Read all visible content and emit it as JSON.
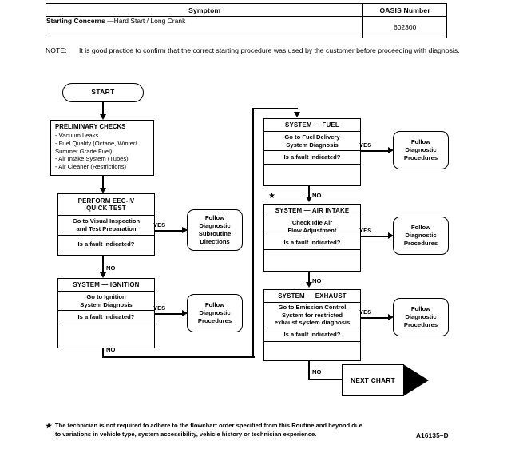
{
  "table": {
    "headers": [
      "Symptom",
      "OASIS Number"
    ],
    "rows": [
      {
        "concern_title": "Starting Concerns",
        "concern_item": "—Hard Start / Long Crank",
        "oasis": "602300"
      }
    ]
  },
  "note": {
    "label": "NOTE:",
    "text": "It is good practice to confirm that the correct starting procedure was used by the customer before proceeding with diagnosis."
  },
  "flow": {
    "start": {
      "label": "START"
    },
    "preliminary": {
      "title": "PRELIMINARY CHECKS",
      "items": [
        "- Vacuum Leaks",
        "- Fuel Quality (Octane, Winter/",
        "  Summer Grade Fuel)",
        "- Air Intake System (Tubes)",
        "- Air Cleaner (Restrictions)"
      ]
    },
    "quick_test": {
      "header_line1": "PERFORM EEC-IV",
      "header_line2": "QUICK TEST",
      "action_line1": "Go to Visual Inspection",
      "action_line2": "and Test Preparation",
      "question": "Is a fault indicated?"
    },
    "ignition": {
      "header": "SYSTEM — IGNITION",
      "action_line1": "Go to Ignition",
      "action_line2": "System Diagnosis",
      "question": "Is a fault indicated?"
    },
    "fuel": {
      "header": "SYSTEM — FUEL",
      "action_line1": "Go to Fuel Delivery",
      "action_line2": "System Diagnosis",
      "question": "Is a fault indicated?"
    },
    "air_intake": {
      "header": "SYSTEM — AIR INTAKE",
      "action_line1": "Check Idle Air",
      "action_line2": "Flow Adjustment",
      "question": "Is a fault indicated?",
      "star_marker": "★"
    },
    "exhaust": {
      "header": "SYSTEM — EXHAUST",
      "action_line1": "Go to Emission Control",
      "action_line2": "System for restricted",
      "action_line3": "exhaust system diagnosis",
      "question": "Is a fault indicated?"
    },
    "outcome_subroutine": {
      "line1": "Follow",
      "line2": "Diagnostic",
      "line3": "Subroutine",
      "line4": "Directions"
    },
    "outcome_procedures": {
      "line1": "Follow",
      "line2": "Diagnostic",
      "line3": "Procedures"
    },
    "next_chart": {
      "label": "NEXT CHART"
    },
    "labels": {
      "yes": "YES",
      "no": "NO"
    }
  },
  "footer": {
    "star": "★",
    "text": "The technician is not required to adhere to the flowchart order specified from this Routine and beyond due to variations in vehicle type, system accessibility, vehicle history or technician experience.",
    "doc_id": "A16135–D"
  }
}
